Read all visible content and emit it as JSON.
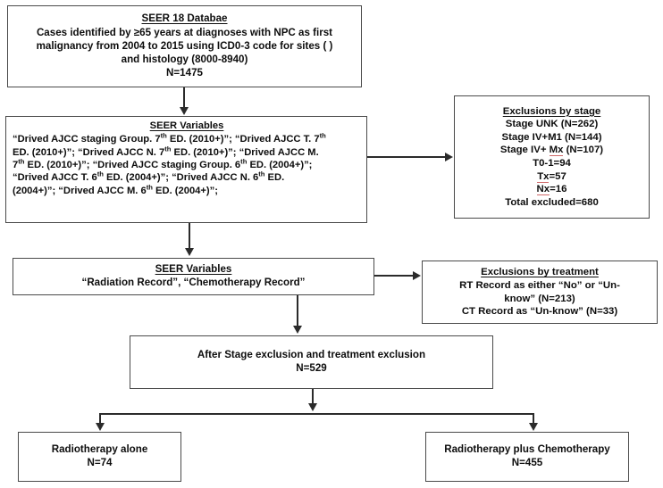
{
  "diagram": {
    "title": "Study cohort selection flowchart",
    "theme": {
      "border": "#4a4a4a",
      "connector": "#2b2b2b",
      "spellcheck_underline": "#d06a6a",
      "background": "#ffffff",
      "text": "#0d0d0d"
    }
  },
  "boxes": {
    "database": {
      "header": "SEER 18 Databae",
      "line1": "Cases identified by ≥65 years at diagnoses with NPC as first",
      "line2": "malignancy from 2004 to 2015 using ICD0-3 code for sites ( )",
      "line3": "and histology (8000-8940)",
      "line4": "N=1475"
    },
    "seer_staging": {
      "header": "SEER Variables",
      "body_line1_a": "“Drived AJCC staging Group. 7",
      "body_line1_sup": "th",
      "body_line1_b": " ED. (2010+)”; “Drived AJCC T. 7",
      "body_line1_sup2": "th",
      "body_line2_a": "ED. (2010+)”; “Drived AJCC N. 7",
      "body_line2_sup": "th",
      "body_line2_b": " ED. (2010+)”; “Drived AJCC M.",
      "body_line3_a": "7",
      "body_line3_sup": "th",
      "body_line3_b": " ED. (2010+)”;  “Drived AJCC staging Group. 6",
      "body_line3_sup2": "th",
      "body_line3_c": " ED. (2004+)”;",
      "body_line4_a": "“Drived AJCC T. 6",
      "body_line4_sup": "th",
      "body_line4_b": " ED. (2004+)”; “Drived AJCC N. 6",
      "body_line4_sup2": "th",
      "body_line4_c": " ED.",
      "body_line5_a": "(2004+)”; “Drived AJCC M. 6",
      "body_line5_sup": "th",
      "body_line5_b": " ED. (2004+)”;"
    },
    "exclusions_by_stage": {
      "header": "Exclusions by stage",
      "rows": [
        "Stage UNK (N=262)",
        "Stage IV+M1 (N=144)",
        "Stage IV+ Mx (N=107)",
        "T0-1=94",
        "Tx=57",
        "Nx=16",
        "Total excluded=680"
      ],
      "row_stage_mx_prefix": "Stage IV+ ",
      "row_stage_mx_flagged": "Mx",
      "row_stage_mx_suffix": " (N=107)",
      "row_tx_flagged": "Tx",
      "row_tx_suffix": "=57",
      "row_nx_flagged": "Nx",
      "row_nx_suffix": "=16"
    },
    "seer_treatment": {
      "header": "SEER Variables",
      "line1": "“Radiation Record”, “Chemotherapy Record”"
    },
    "exclusions_by_treatment": {
      "header": "Exclusions by treatment",
      "line1": "RT  Record as either “No” or “Un-",
      "line2": "know” (N=213)",
      "line3": "CT Record as “Un-know” (N=33)"
    },
    "after_exclusion": {
      "line1": "After Stage exclusion and treatment exclusion",
      "line2": "N=529"
    },
    "radiotherapy_alone": {
      "line1": "Radiotherapy alone",
      "line2": "N=74"
    },
    "radiotherapy_plus_chemo": {
      "line1": "Radiotherapy plus Chemotherapy",
      "line2": "N=455"
    }
  },
  "connectors": [
    {
      "name": "database-to-staging",
      "kind": "arrow-down"
    },
    {
      "name": "staging-to-exclusions-stage",
      "kind": "arrow-right"
    },
    {
      "name": "staging-to-treatment-vars",
      "kind": "arrow-down"
    },
    {
      "name": "treatment-vars-to-exclusions-treatment",
      "kind": "arrow-right"
    },
    {
      "name": "treatment-vars-to-after-exclusion",
      "kind": "arrow-down"
    },
    {
      "name": "after-exclusion-split",
      "kind": "split-down"
    }
  ]
}
